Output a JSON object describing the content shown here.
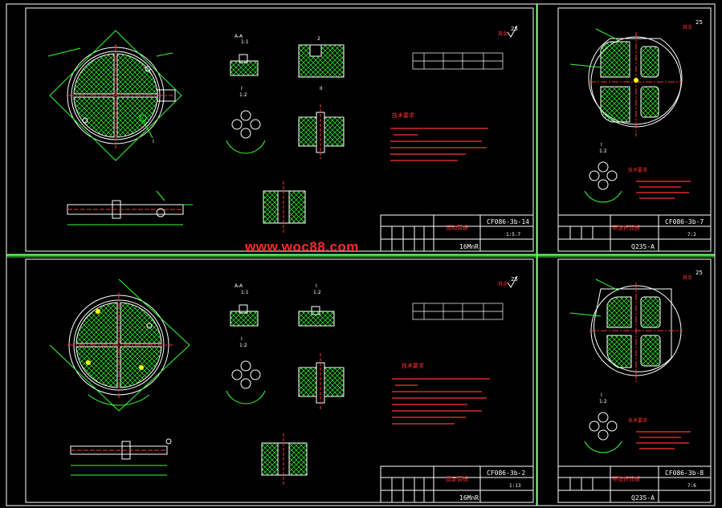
{
  "watermark": "www.woc88.com",
  "roughness_note": "其余",
  "roughness_value": "25",
  "tech_title": "技术要求",
  "tech_title_small": "技术要求",
  "section_aa": "A-A",
  "scale_11": "1:1",
  "scale_12": "1:2",
  "mark_1": "1",
  "mark_2": "2",
  "mark_I": "I",
  "mark_II": "II",
  "sheets": {
    "tl": {
      "part_name": "活动盲板",
      "code": "CF086-3b-14",
      "material": "16MnR",
      "scale": "1:5.7"
    },
    "bl": {
      "part_name": "固定盲板",
      "code": "CF086-3b-2",
      "material": "16MnR",
      "scale": "1:13"
    },
    "tr": {
      "part_name": "带弦折流板",
      "code": "CF086-3b-7",
      "material": "Q235-A",
      "scale": "7:2"
    },
    "br": {
      "part_name": "带弦折流板",
      "code": "CF086-3b-8",
      "material": "Q235-A",
      "scale": "7:6"
    }
  }
}
